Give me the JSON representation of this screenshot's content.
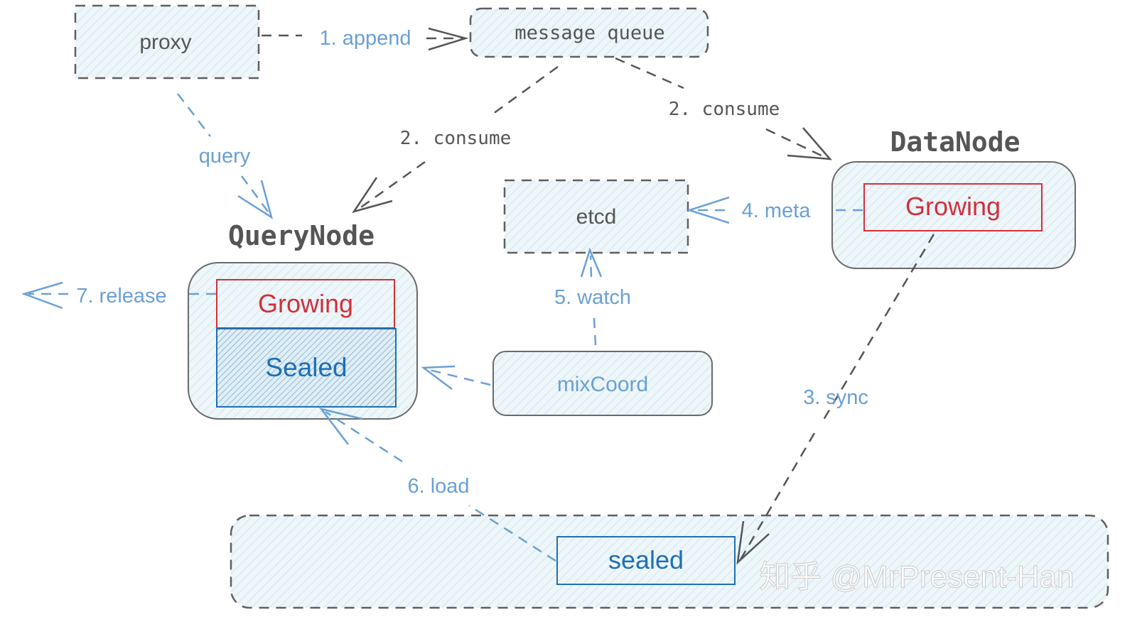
{
  "nodes": {
    "proxy": "proxy",
    "message_queue": "message queue",
    "etcd": "etcd",
    "mixcoord": "mixCoord",
    "querynode_title": "QueryNode",
    "querynode_growing": "Growing",
    "querynode_sealed": "Sealed",
    "datanode_title": "DataNode",
    "datanode_growing": "Growing",
    "storage_sealed": "sealed"
  },
  "edges": {
    "append": "1. append",
    "consume_left": "2. consume",
    "consume_right": "2. consume",
    "sync": "3. sync",
    "meta": "4. meta",
    "watch": "5. watch",
    "load": "6. load",
    "release": "7. release",
    "query": "query"
  },
  "watermark": "知乎 @MrPresent-Han",
  "colors": {
    "box_stroke": "#5f5f5f",
    "label_blue": "#6aa0d4",
    "growing_red": "#d1303a",
    "sealed_blue": "#1f6fb5",
    "hatch": "#a8cfe0"
  }
}
